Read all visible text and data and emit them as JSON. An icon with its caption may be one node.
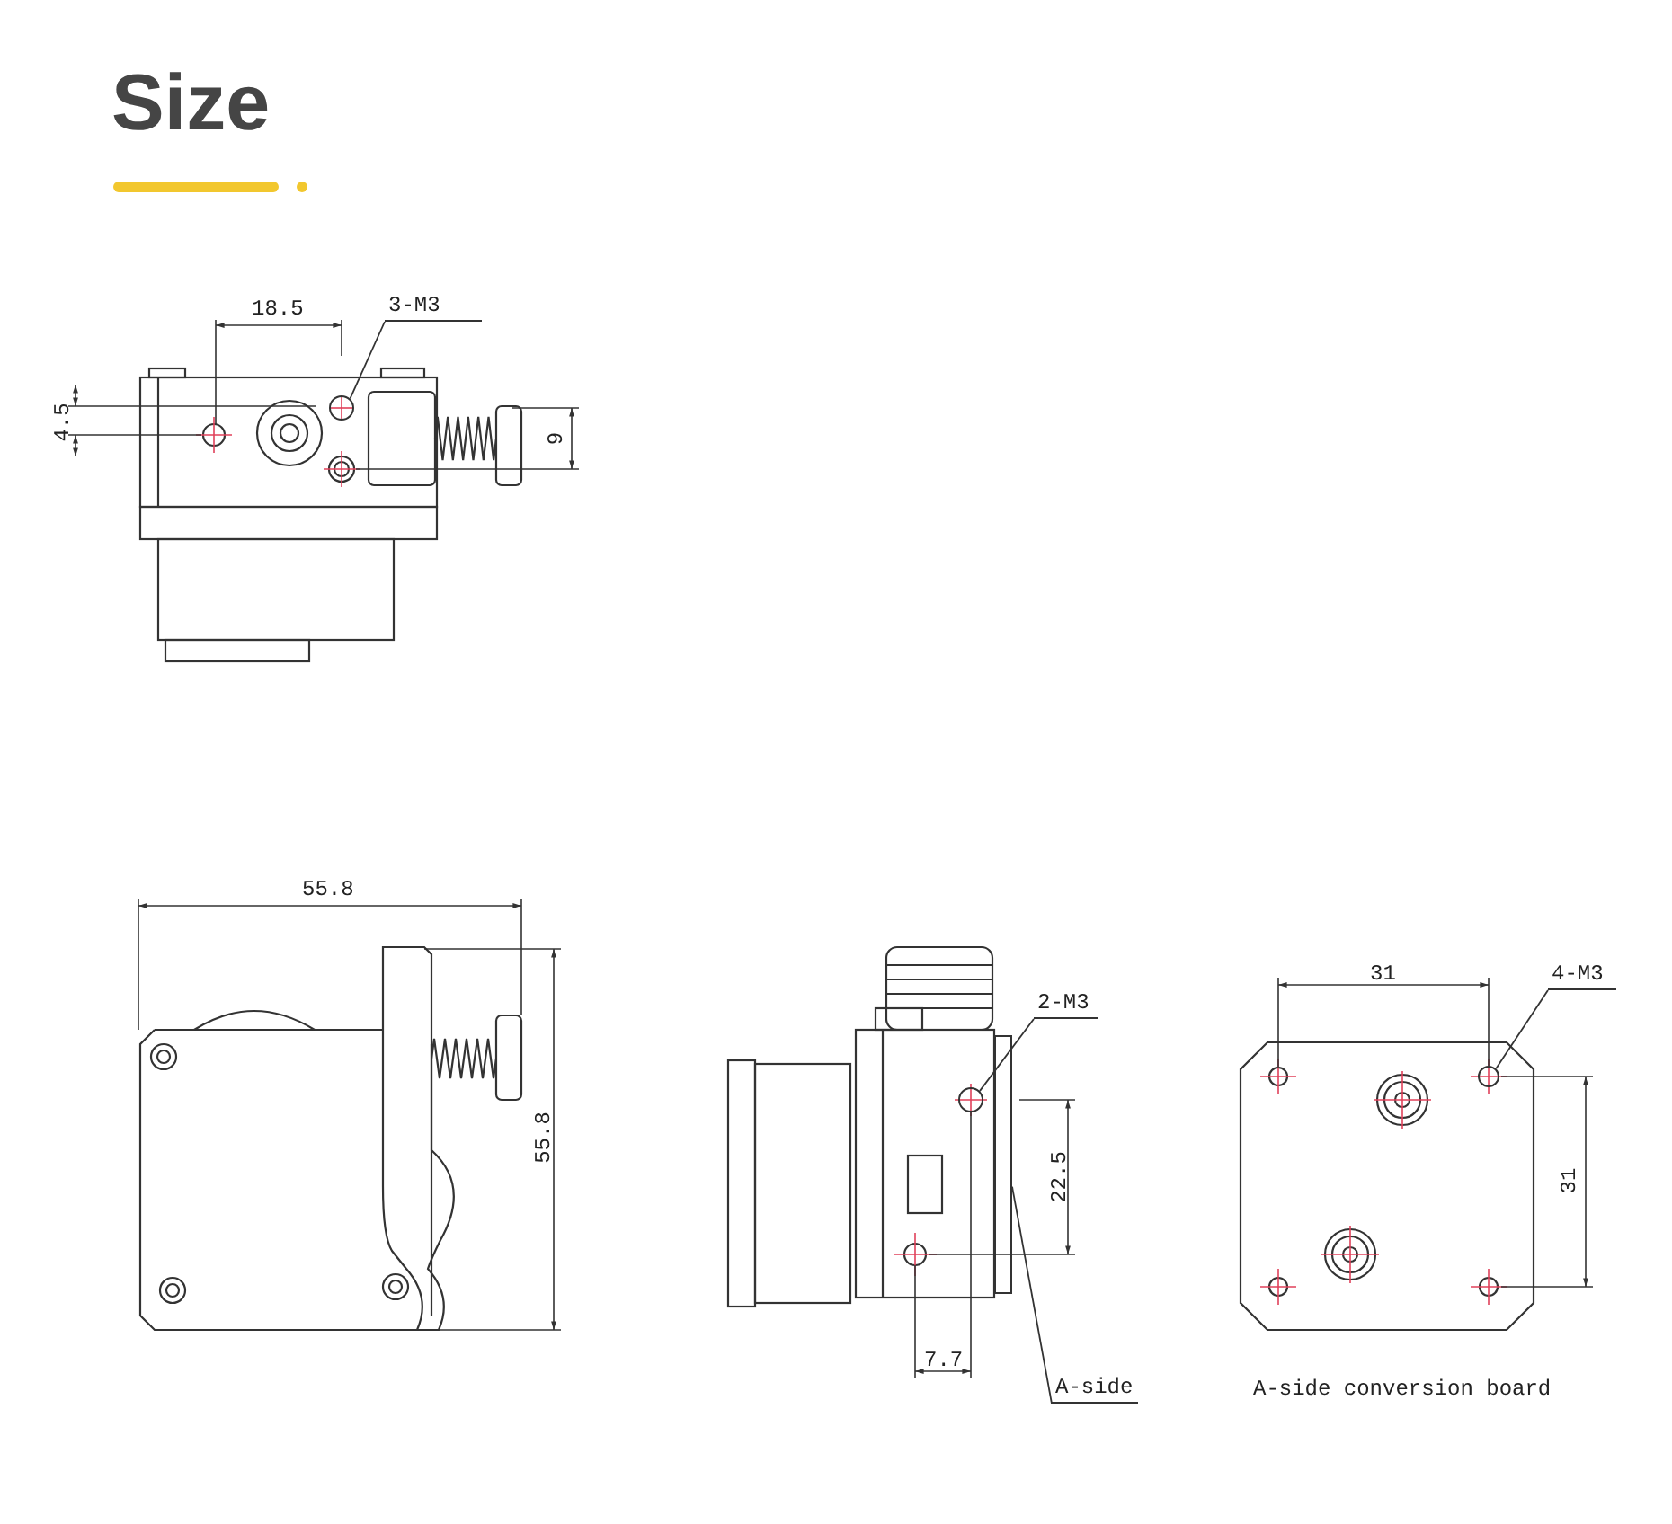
{
  "diagram": {
    "title": "Size",
    "nodes": [
      {
        "text": [
          "3-M3"
        ]
      },
      {
        "text": [],
        "shape": "circle"
      },
      {
        "text": [
          "2-M3"
        ]
      },
      {
        "text": [],
        "shape": "circle"
      },
      {
        "text": [
          "A-side"
        ]
      },
      {
        "text": [],
        "shape": "box"
      },
      {
        "text": [
          "4-M3"
        ]
      },
      {
        "text": [],
        "shape": "circle"
      }
    ],
    "edges": [
      {
        "from": 0,
        "to": 1,
        "arrow": "none"
      },
      {
        "from": 2,
        "to": 3,
        "arrow": "none"
      },
      {
        "from": 4,
        "to": 5,
        "arrow": "none"
      },
      {
        "from": 6,
        "to": 7,
        "arrow": "none"
      }
    ],
    "labels": [
      "18.5",
      "4.5",
      "9",
      "55.8",
      "55.8",
      "22.5",
      "7.7",
      "31",
      "31",
      "A-side conversion board"
    ]
  }
}
